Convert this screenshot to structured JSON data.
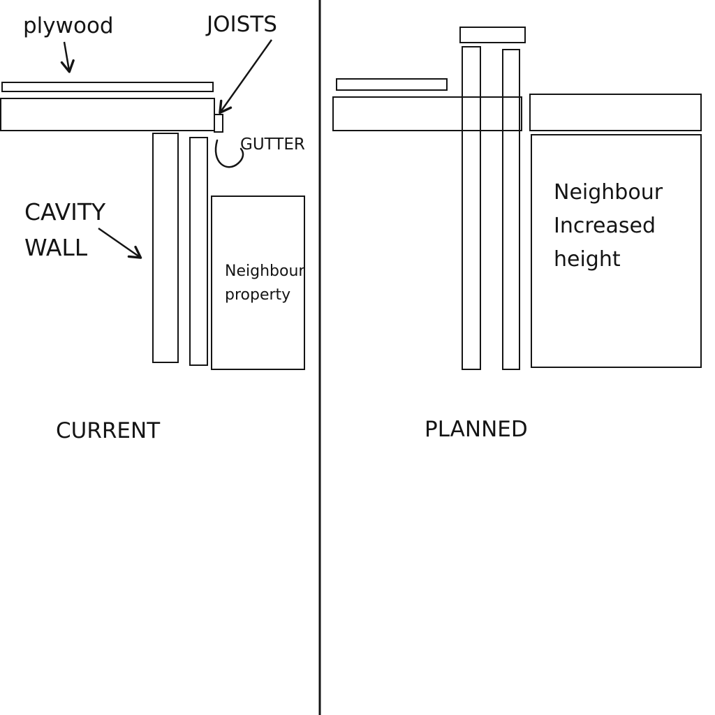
{
  "colors": {
    "ink": "#141414",
    "background": "#ffffff"
  },
  "current": {
    "plywood_label": "plywood",
    "joists_label": "JOISTS",
    "gutter_label": "GUTTER",
    "cavity_wall_line1": "CAVITY",
    "cavity_wall_line2": "WALL",
    "neighbour_property_line1": "Neighbour",
    "neighbour_property_line2": "property",
    "caption": "CURRENT"
  },
  "planned": {
    "neighbour_line1": "Neighbour",
    "neighbour_line2": "Increased",
    "neighbour_line3": "height",
    "caption": "PLANNED"
  }
}
